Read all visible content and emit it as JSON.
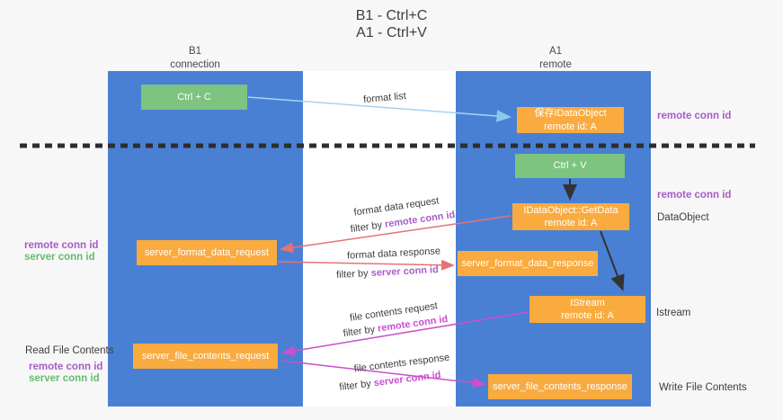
{
  "title": {
    "line1": "B1 - Ctrl+C",
    "line2": "A1 - Ctrl+V"
  },
  "lanes": {
    "left": {
      "name": "B1",
      "role": "connection"
    },
    "right": {
      "name": "A1",
      "role": "remote"
    }
  },
  "boxes": {
    "ctrl_c": {
      "label": "Ctrl + C"
    },
    "ctrl_v": {
      "label": "Ctrl + V"
    },
    "save_dataobject": {
      "line1": "保存IDataObject",
      "line2": "remote id: A"
    },
    "getdata": {
      "line1": "IDataObject::GetData",
      "line2": "remote id: A"
    },
    "istream": {
      "line1": "IStream",
      "line2": "remote id: A"
    },
    "format_request": {
      "label": "server_format_data_request"
    },
    "format_response": {
      "label": "server_format_data_response"
    },
    "file_request": {
      "label": "server_file_contents_request"
    },
    "file_response": {
      "label": "server_file_contents_response"
    }
  },
  "flow_labels": {
    "format_list": "format list",
    "format_request": "format data request",
    "format_request_filter_prefix": "filter by ",
    "format_request_filter_key": "remote conn id",
    "format_response": "format data response",
    "format_response_filter_prefix": "filter by ",
    "format_response_filter_key": "server conn id",
    "file_request": "file contents request",
    "file_request_filter_prefix": "filter by ",
    "file_request_filter_key": "remote conn id",
    "file_response": "file contents response",
    "file_response_filter_prefix": "filter by ",
    "file_response_filter_key": "server conn id"
  },
  "annotations": {
    "right_remote_conn_id_1": "remote conn id",
    "right_remote_conn_id_2": "remote conn id",
    "dataobject": "DataObject",
    "istream": "Istream",
    "write_file_contents": "Write File Contents",
    "read_file_contents": "Read File Contents",
    "left_format_remote": "remote conn id",
    "left_format_server": "server conn id",
    "left_file_remote": "remote conn id",
    "left_file_server": "server conn id"
  },
  "colors": {
    "lane_blue": "#4a80d4",
    "box_green": "#7cc47f",
    "box_orange": "#f9ab40",
    "purple_text": "#a75bc8",
    "green_text": "#67bb6c",
    "magenta_arrow": "#cc4fcb",
    "red_arrow": "#e57373",
    "light_blue_arrow": "#a7d3f1",
    "divider_black": "#2d2d2d"
  }
}
